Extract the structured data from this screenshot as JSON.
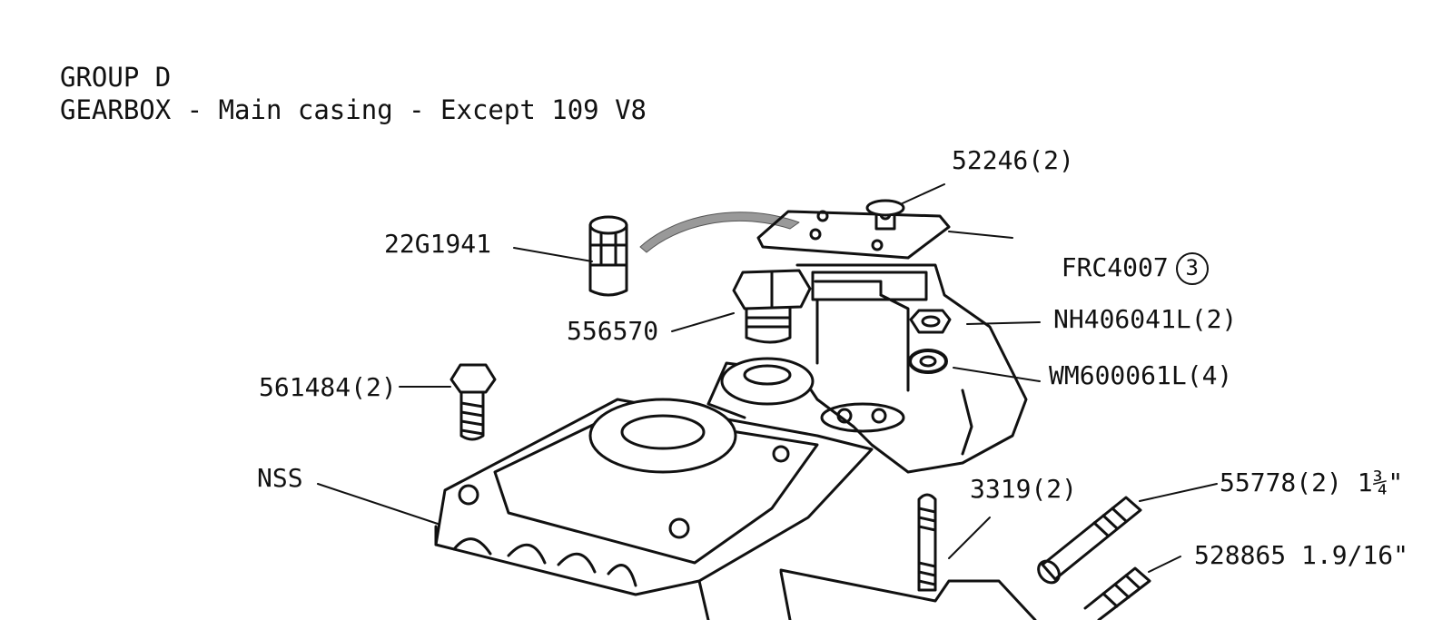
{
  "header": {
    "group": "GROUP D",
    "title": "GEARBOX - Main casing - Except 109 V8"
  },
  "parts": {
    "p52246": "52246(2)",
    "p22G1941": "22G1941",
    "pFRC4007": "FRC4007",
    "pFRC4007_ref": "3",
    "p556570": "556570",
    "pNH406041L": "NH406041L(2)",
    "pWM600061L": "WM600061L(4)",
    "p561484": "561484(2)",
    "pNSS": "NSS",
    "p3319": "3319(2)",
    "p55778": "55778(2) 1¾\"",
    "p528865": "528865 1.9/16\""
  },
  "colors": {
    "ink": "#111111",
    "paper": "#ffffff"
  }
}
